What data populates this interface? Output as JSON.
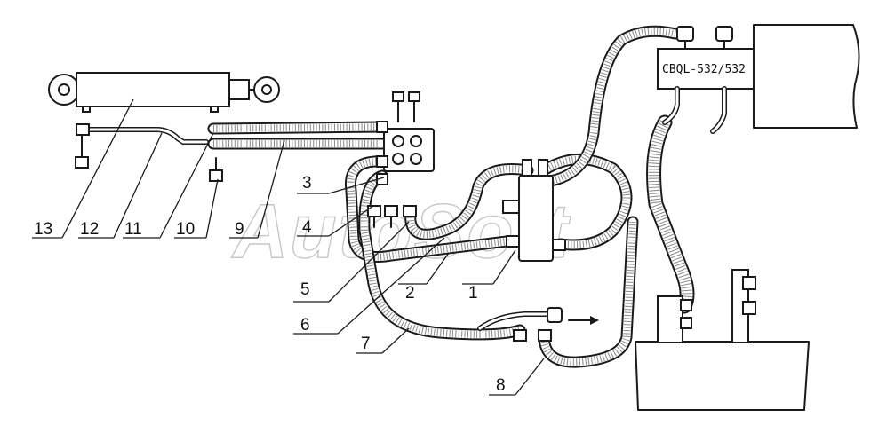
{
  "diagram": {
    "pump_model_label": "CBQL-532/532",
    "watermark": "AutoSoft",
    "callouts": [
      "1",
      "2",
      "3",
      "4",
      "5",
      "6",
      "7",
      "8",
      "9",
      "10",
      "11",
      "12",
      "13"
    ]
  }
}
